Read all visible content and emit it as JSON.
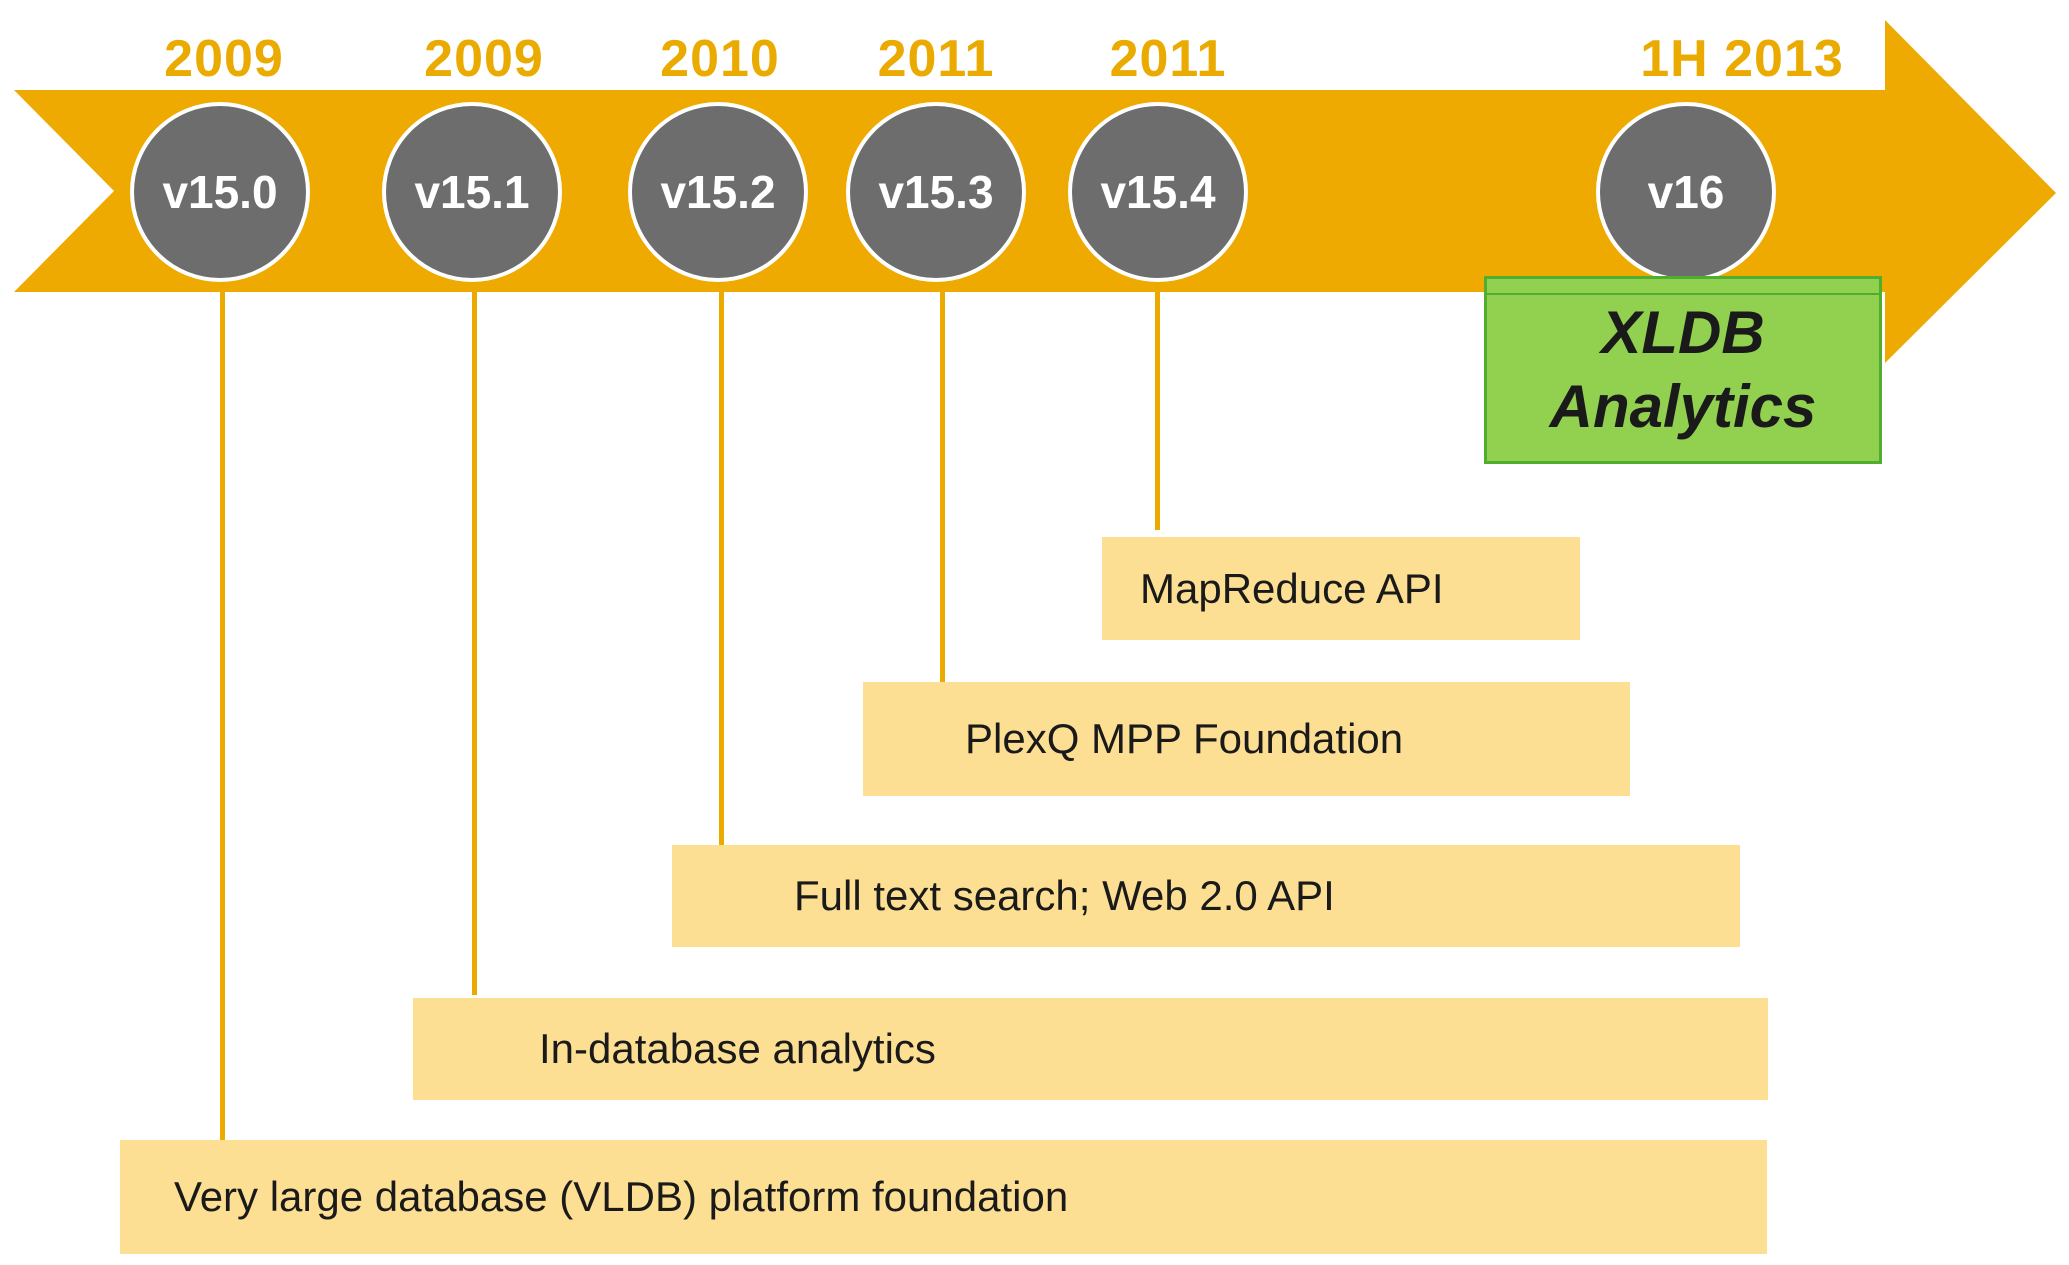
{
  "colors": {
    "arrow": "#eeaa00",
    "year_text": "#eaaa00",
    "circle_fill": "#6d6d6d",
    "feature_box": "#fcdf92",
    "connector": "#eaaa00",
    "highlight_fill": "#92d050",
    "highlight_border": "#4fae2e"
  },
  "timeline": {
    "milestones": [
      {
        "year": "2009",
        "version": "v15.0"
      },
      {
        "year": "2009",
        "version": "v15.1"
      },
      {
        "year": "2010",
        "version": "v15.2"
      },
      {
        "year": "2011",
        "version": "v15.3"
      },
      {
        "year": "2011",
        "version": "v15.4"
      },
      {
        "year": "1H 2013",
        "version": "v16"
      }
    ]
  },
  "features": [
    "MapReduce API",
    "PlexQ MPP Foundation",
    "Full text search; Web 2.0 API",
    "In-database analytics",
    "Very large database (VLDB) platform foundation"
  ],
  "highlight": {
    "line1": "XLDB",
    "line2": "Analytics"
  }
}
